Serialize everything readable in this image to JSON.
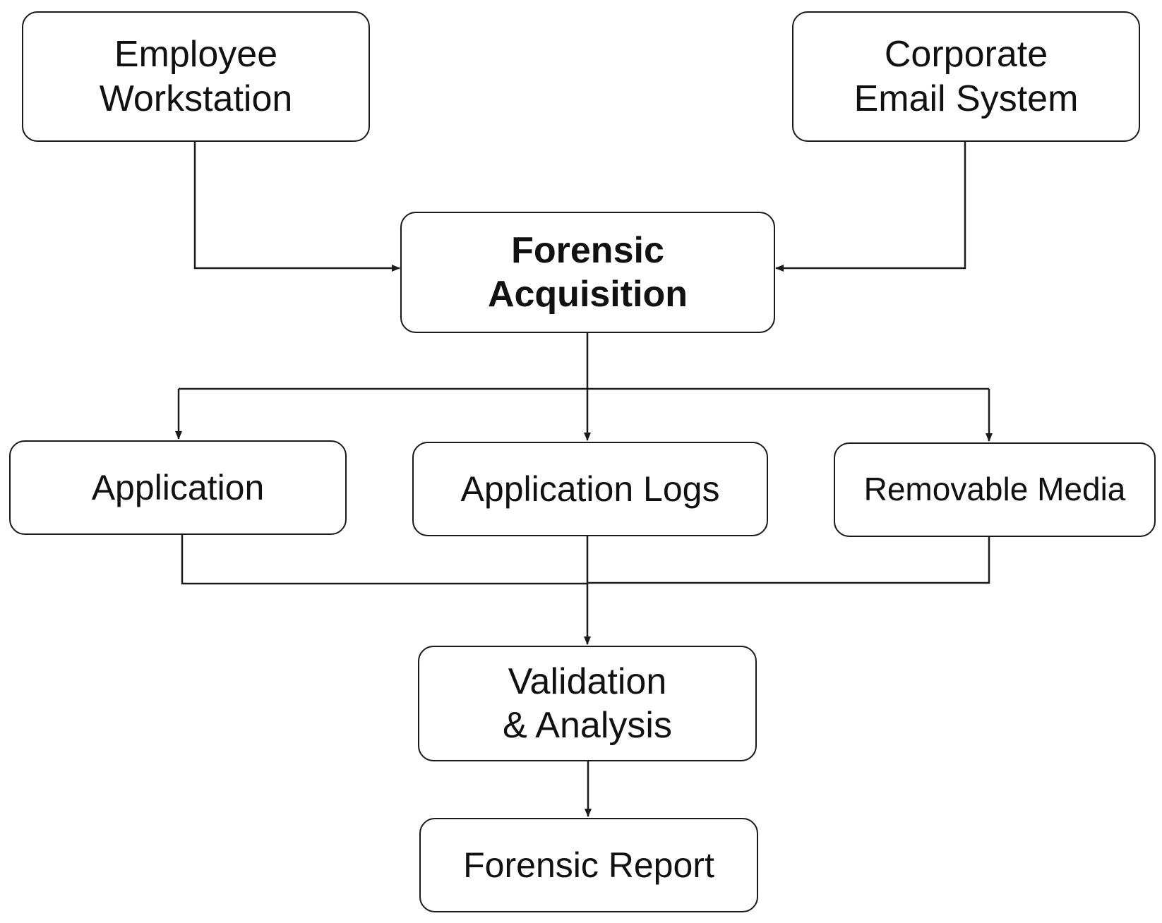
{
  "nodes": {
    "employee_workstation": {
      "lines": [
        "Employee",
        "Workstation"
      ]
    },
    "corporate_email_system": {
      "lines": [
        "Corporate",
        "Email System"
      ]
    },
    "forensic_acquisition": {
      "lines": [
        "Forensic",
        "Acquisition"
      ]
    },
    "application": {
      "lines": [
        "Application"
      ]
    },
    "application_logs": {
      "lines": [
        "Application Logs"
      ]
    },
    "removable_media": {
      "lines": [
        "Removable Media"
      ]
    },
    "validation_analysis": {
      "lines": [
        "Validation",
        "& Analysis"
      ]
    },
    "forensic_report": {
      "lines": [
        "Forensic Report"
      ]
    }
  },
  "edges": [
    {
      "from": "employee_workstation",
      "to": "forensic_acquisition"
    },
    {
      "from": "corporate_email_system",
      "to": "forensic_acquisition"
    },
    {
      "from": "forensic_acquisition",
      "to": "application"
    },
    {
      "from": "forensic_acquisition",
      "to": "application_logs"
    },
    {
      "from": "forensic_acquisition",
      "to": "removable_media"
    },
    {
      "from": "application",
      "to": "validation_analysis"
    },
    {
      "from": "application_logs",
      "to": "validation_analysis"
    },
    {
      "from": "removable_media",
      "to": "validation_analysis"
    },
    {
      "from": "validation_analysis",
      "to": "forensic_report"
    }
  ],
  "colors": {
    "stroke": "#1a1a1a",
    "background": "#ffffff"
  }
}
